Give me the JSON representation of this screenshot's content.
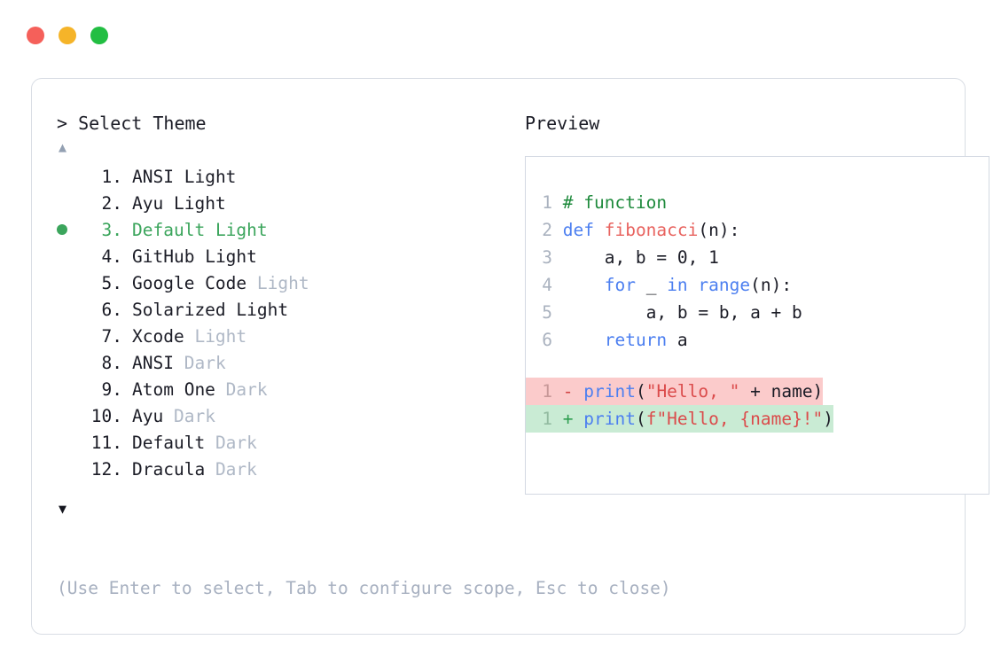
{
  "window": {
    "controls": [
      {
        "name": "close",
        "color": "#F5605A"
      },
      {
        "name": "minimize",
        "color": "#F5B429"
      },
      {
        "name": "maximize",
        "color": "#22BE42"
      }
    ]
  },
  "prompt": {
    "caret": ">",
    "label": "Select Theme"
  },
  "scroll": {
    "up_arrow": "▲",
    "down_arrow": "▼"
  },
  "theme_list": {
    "selected_index": 3,
    "selected_color": "#3BA55C",
    "items": [
      {
        "number": "1.",
        "name": "ANSI",
        "suffix": "Light",
        "suffix_muted": false,
        "selected": false
      },
      {
        "number": "2.",
        "name": "Ayu",
        "suffix": "Light",
        "suffix_muted": false,
        "selected": false
      },
      {
        "number": "3.",
        "name": "Default",
        "suffix": "Light",
        "suffix_muted": false,
        "selected": true
      },
      {
        "number": "4.",
        "name": "GitHub",
        "suffix": "Light",
        "suffix_muted": false,
        "selected": false
      },
      {
        "number": "5.",
        "name": "Google Code",
        "suffix": "Light",
        "suffix_muted": true,
        "selected": false
      },
      {
        "number": "6.",
        "name": "Solarized",
        "suffix": "Light",
        "suffix_muted": false,
        "selected": false
      },
      {
        "number": "7.",
        "name": "Xcode",
        "suffix": "Light",
        "suffix_muted": true,
        "selected": false
      },
      {
        "number": "8.",
        "name": "ANSI",
        "suffix": "Dark",
        "suffix_muted": true,
        "selected": false
      },
      {
        "number": "9.",
        "name": "Atom One",
        "suffix": "Dark",
        "suffix_muted": true,
        "selected": false
      },
      {
        "number": "10.",
        "name": "Ayu",
        "suffix": "Dark",
        "suffix_muted": true,
        "selected": false
      },
      {
        "number": "11.",
        "name": "Default",
        "suffix": "Dark",
        "suffix_muted": true,
        "selected": false
      },
      {
        "number": "12.",
        "name": "Dracula",
        "suffix": "Dark",
        "suffix_muted": true,
        "selected": false
      }
    ]
  },
  "preview": {
    "title": "Preview",
    "code": {
      "lines": [
        {
          "num": "1",
          "tokens": [
            {
              "t": "# function",
              "c": "comment"
            }
          ]
        },
        {
          "num": "2",
          "tokens": [
            {
              "t": "def ",
              "c": "kw"
            },
            {
              "t": "fibonacci",
              "c": "fn"
            },
            {
              "t": "(n):",
              "c": "plain"
            }
          ]
        },
        {
          "num": "3",
          "tokens": [
            {
              "t": "    a, b = ",
              "c": "plain"
            },
            {
              "t": "0",
              "c": "num"
            },
            {
              "t": ", ",
              "c": "plain"
            },
            {
              "t": "1",
              "c": "num"
            }
          ]
        },
        {
          "num": "4",
          "tokens": [
            {
              "t": "    ",
              "c": "plain"
            },
            {
              "t": "for",
              "c": "kw"
            },
            {
              "t": " _ ",
              "c": "plain"
            },
            {
              "t": "in",
              "c": "kw"
            },
            {
              "t": " ",
              "c": "plain"
            },
            {
              "t": "range",
              "c": "kw"
            },
            {
              "t": "(n):",
              "c": "plain"
            }
          ]
        },
        {
          "num": "5",
          "tokens": [
            {
              "t": "        a, b = b, a + b",
              "c": "plain"
            }
          ]
        },
        {
          "num": "6",
          "tokens": [
            {
              "t": "    ",
              "c": "plain"
            },
            {
              "t": "return",
              "c": "kw"
            },
            {
              "t": " a",
              "c": "plain"
            }
          ]
        }
      ]
    },
    "diff": {
      "removed": {
        "num": "1",
        "sign": "-",
        "tokens": [
          {
            "t": "print",
            "c": "kw"
          },
          {
            "t": "(",
            "c": "plain"
          },
          {
            "t": "\"Hello, \"",
            "c": "str"
          },
          {
            "t": " + name)",
            "c": "plain"
          }
        ],
        "background": "#FBCBCB"
      },
      "added": {
        "num": "1",
        "sign": "+",
        "tokens": [
          {
            "t": "print",
            "c": "kw"
          },
          {
            "t": "(",
            "c": "plain"
          },
          {
            "t": "f\"Hello, {name}!\"",
            "c": "str"
          },
          {
            "t": ")",
            "c": "plain"
          }
        ],
        "background": "#C9EBD4"
      }
    }
  },
  "footer": {
    "hint": "(Use Enter to select, Tab to configure scope, Esc to close)"
  }
}
